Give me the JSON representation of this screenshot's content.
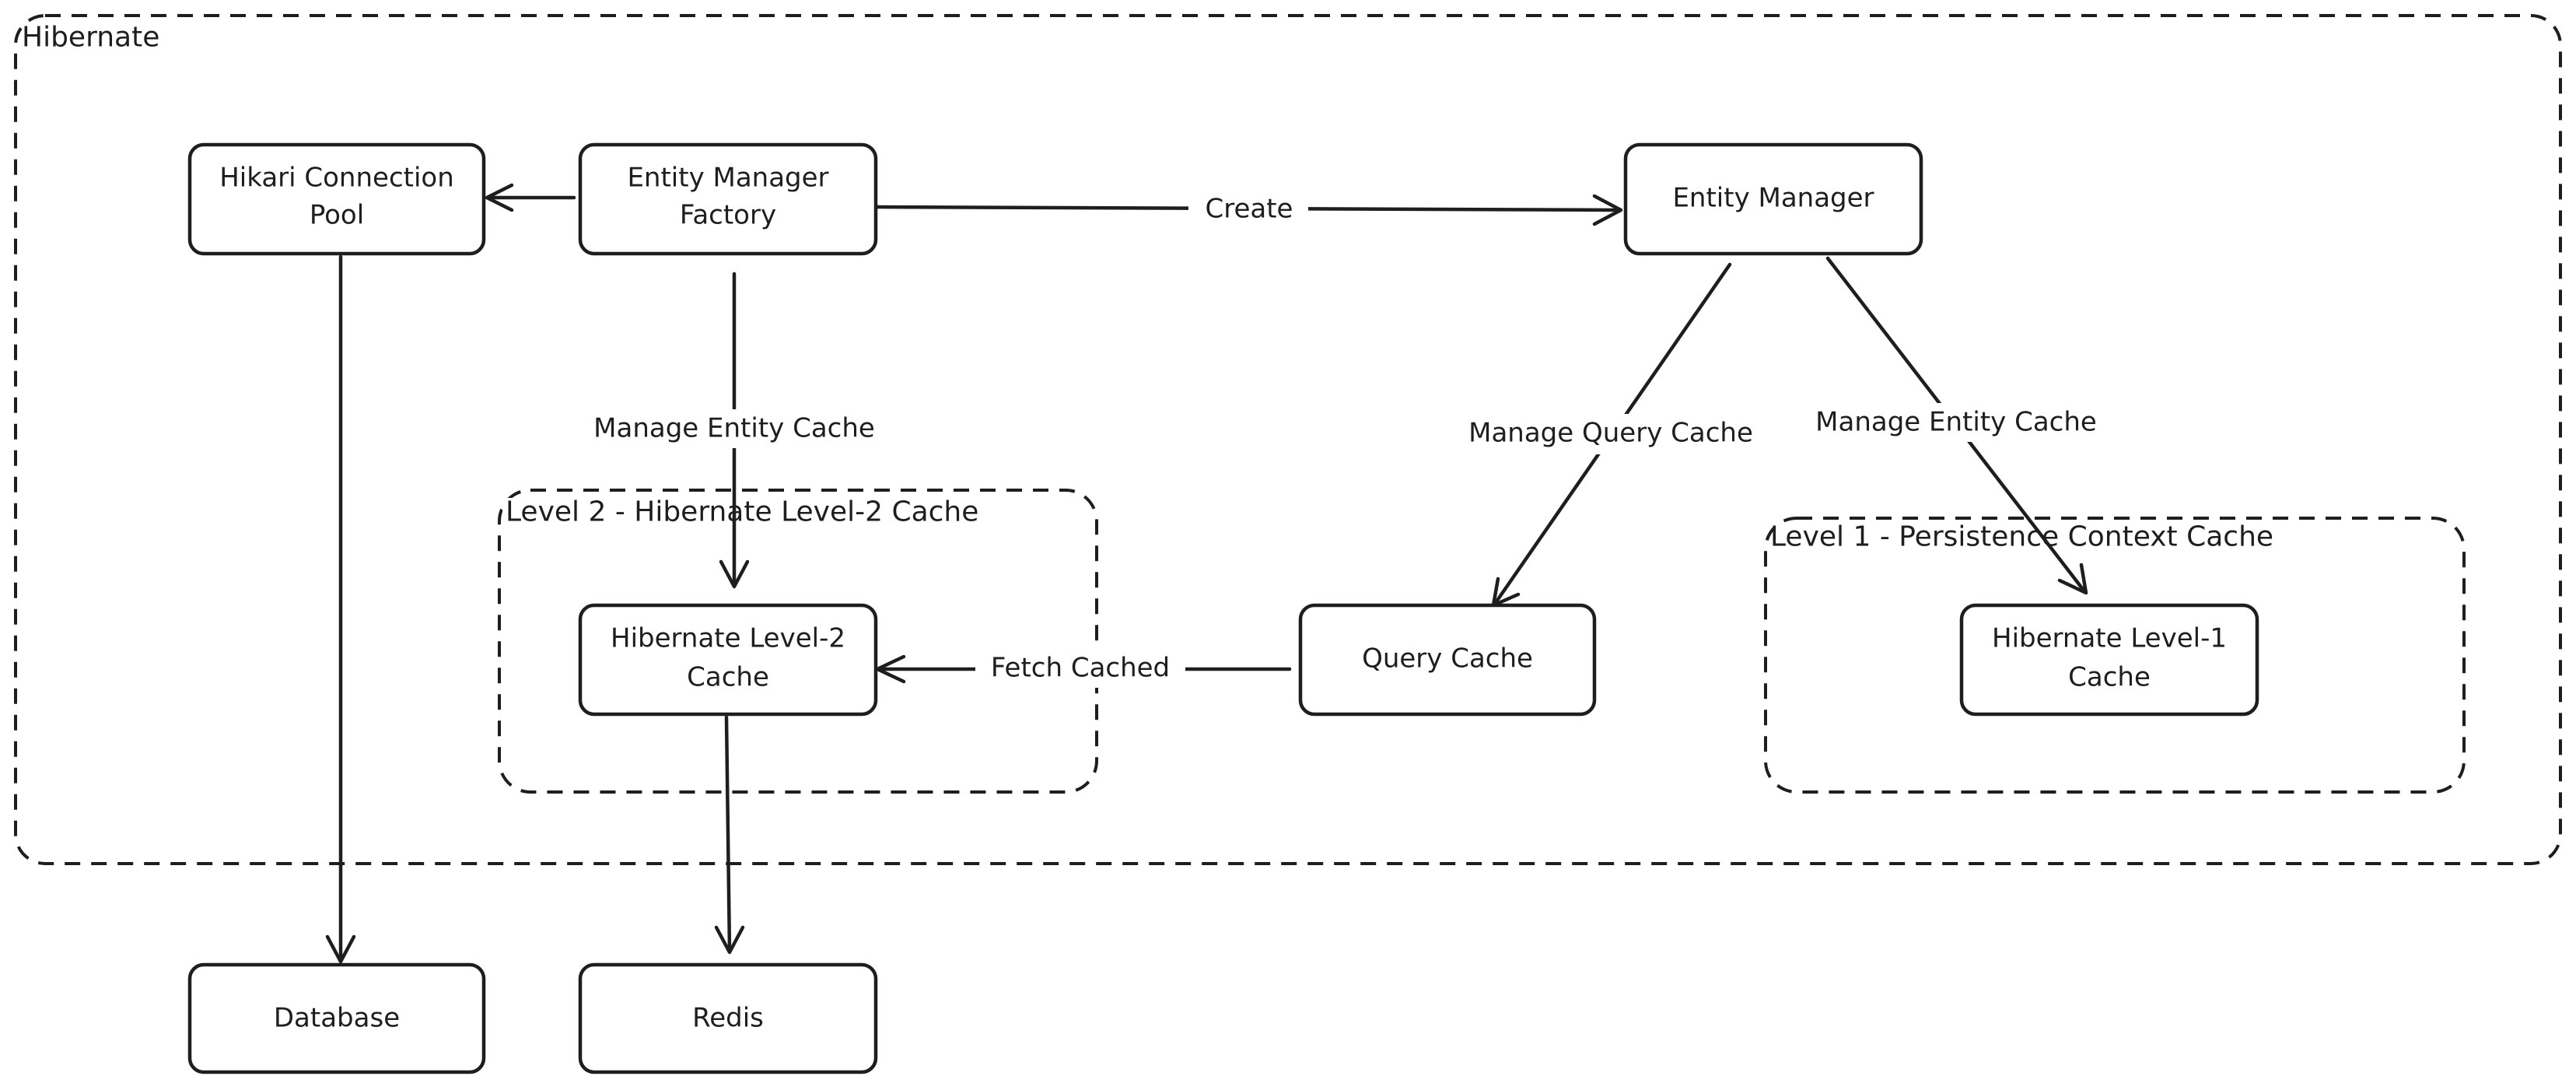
{
  "groups": {
    "hibernate": {
      "label": "Hibernate"
    },
    "level2": {
      "label": "Level 2 - Hibernate Level-2 Cache"
    },
    "level1": {
      "label": "Level 1 - Persistence Context Cache"
    }
  },
  "nodes": {
    "hikari": {
      "line1": "Hikari Connection",
      "line2": "Pool"
    },
    "emf": {
      "line1": "Entity Manager",
      "line2": "Factory"
    },
    "em": {
      "label": "Entity Manager"
    },
    "l2cache": {
      "line1": "Hibernate Level-2",
      "line2": "Cache"
    },
    "querycache": {
      "label": "Query Cache"
    },
    "l1cache": {
      "line1": "Hibernate Level-1",
      "line2": "Cache"
    },
    "database": {
      "label": "Database"
    },
    "redis": {
      "label": "Redis"
    }
  },
  "edges": {
    "create": {
      "label": "Create"
    },
    "emf_to_l2": {
      "label": "Manage Entity Cache"
    },
    "em_to_query": {
      "label": "Manage Query Cache"
    },
    "em_to_l1": {
      "label": "Manage Entity Cache"
    },
    "query_to_l2": {
      "label": "Fetch Cached"
    }
  },
  "colors": {
    "stroke": "#1e1e1e",
    "background": "#ffffff"
  }
}
